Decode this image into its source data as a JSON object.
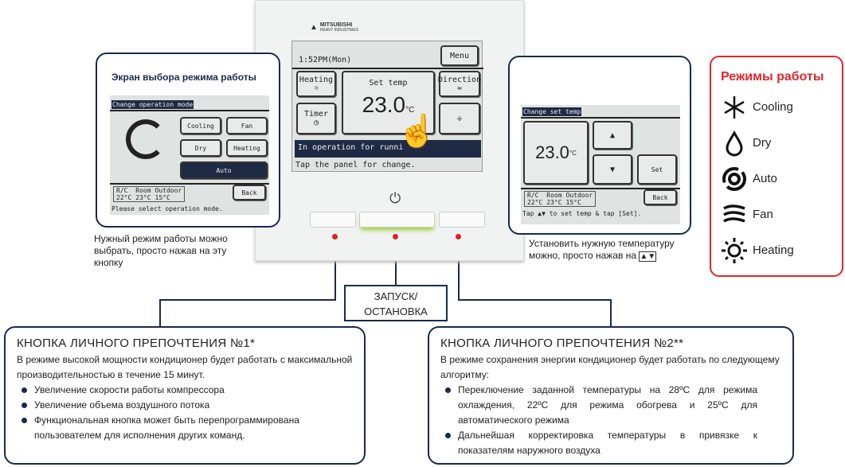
{
  "device": {
    "brand": "MITSUBISHI",
    "brand_sub": "HEAVY INDUSTRIES",
    "time": "1:52PM(Mon)",
    "menu": "Menu",
    "mode_btn": "Heating",
    "set_temp_label": "Set temp",
    "set_temp": "23.0",
    "unit": "°C",
    "direction": "Direction",
    "timer": "Timer",
    "status": "In operation for runni",
    "hint": "Tap the panel for change."
  },
  "mode_screen": {
    "title": "Экран выбора режима работы",
    "header": "Change operation mode",
    "buttons": [
      "Cooling",
      "Fan",
      "Dry",
      "Heating",
      "Auto"
    ],
    "rc_label": "R/C",
    "rc": "22°C",
    "room_label": "Room",
    "room": "23°C",
    "outdoor_label": "Outdoor",
    "outdoor": "15°C",
    "back": "Back",
    "footer": "Please select operation mode.",
    "caption": "Нужный режим работы можно выбрать, просто нажав на эту кнопку"
  },
  "temp_screen": {
    "header": "Change set temp",
    "temp": "23.0",
    "unit": "°C",
    "up": "▲",
    "down": "▼",
    "set": "Set",
    "back": "Back",
    "rc_label": "R/C",
    "rc": "22°C",
    "room_label": "Room",
    "room": "23°C",
    "outdoor_label": "Outdoor",
    "outdoor": "15°C",
    "footer": "Tap ▲▼ to set temp & tap [Set].",
    "caption": "Установить нужную температуру можно, просто нажав на",
    "caption_arrows": "▲▼"
  },
  "start_stop": "ЗАПУСК/ ОСТАНОВКА",
  "legend": {
    "title": "Режимы работы",
    "items": [
      "Cooling",
      "Dry",
      "Auto",
      "Fan",
      "Heating"
    ],
    "title_color": "#e0262a"
  },
  "pref1": {
    "title": "КНОПКА ЛИЧНОГО ПРЕПОЧТЕНИЯ №1*",
    "text": "В режиме высокой мощности кондиционер будет работать с максимальной производительностью в течение 15 минут.",
    "bullets": [
      "Увеличение скорости работы компрессора",
      "Увеличение объема воздушного потока",
      "Функциональная кнопка может быть перепрограммирована пользователем для исполнения других команд."
    ]
  },
  "pref2": {
    "title": "КНОПКА ЛИЧНОГО ПРЕПОЧТЕНИЯ №2**",
    "text": "В режиме сохранения энергии кондиционер будет работать по следующему алгоритму:",
    "bullets": [
      "Переключение заданной температуры на 28ºC для режима охлаждения, 22ºC для режима обогрева и 25ºC для автоматического режима",
      "Дальнейшая корректировка температуры в привязке к показателям наружного воздуха"
    ]
  }
}
